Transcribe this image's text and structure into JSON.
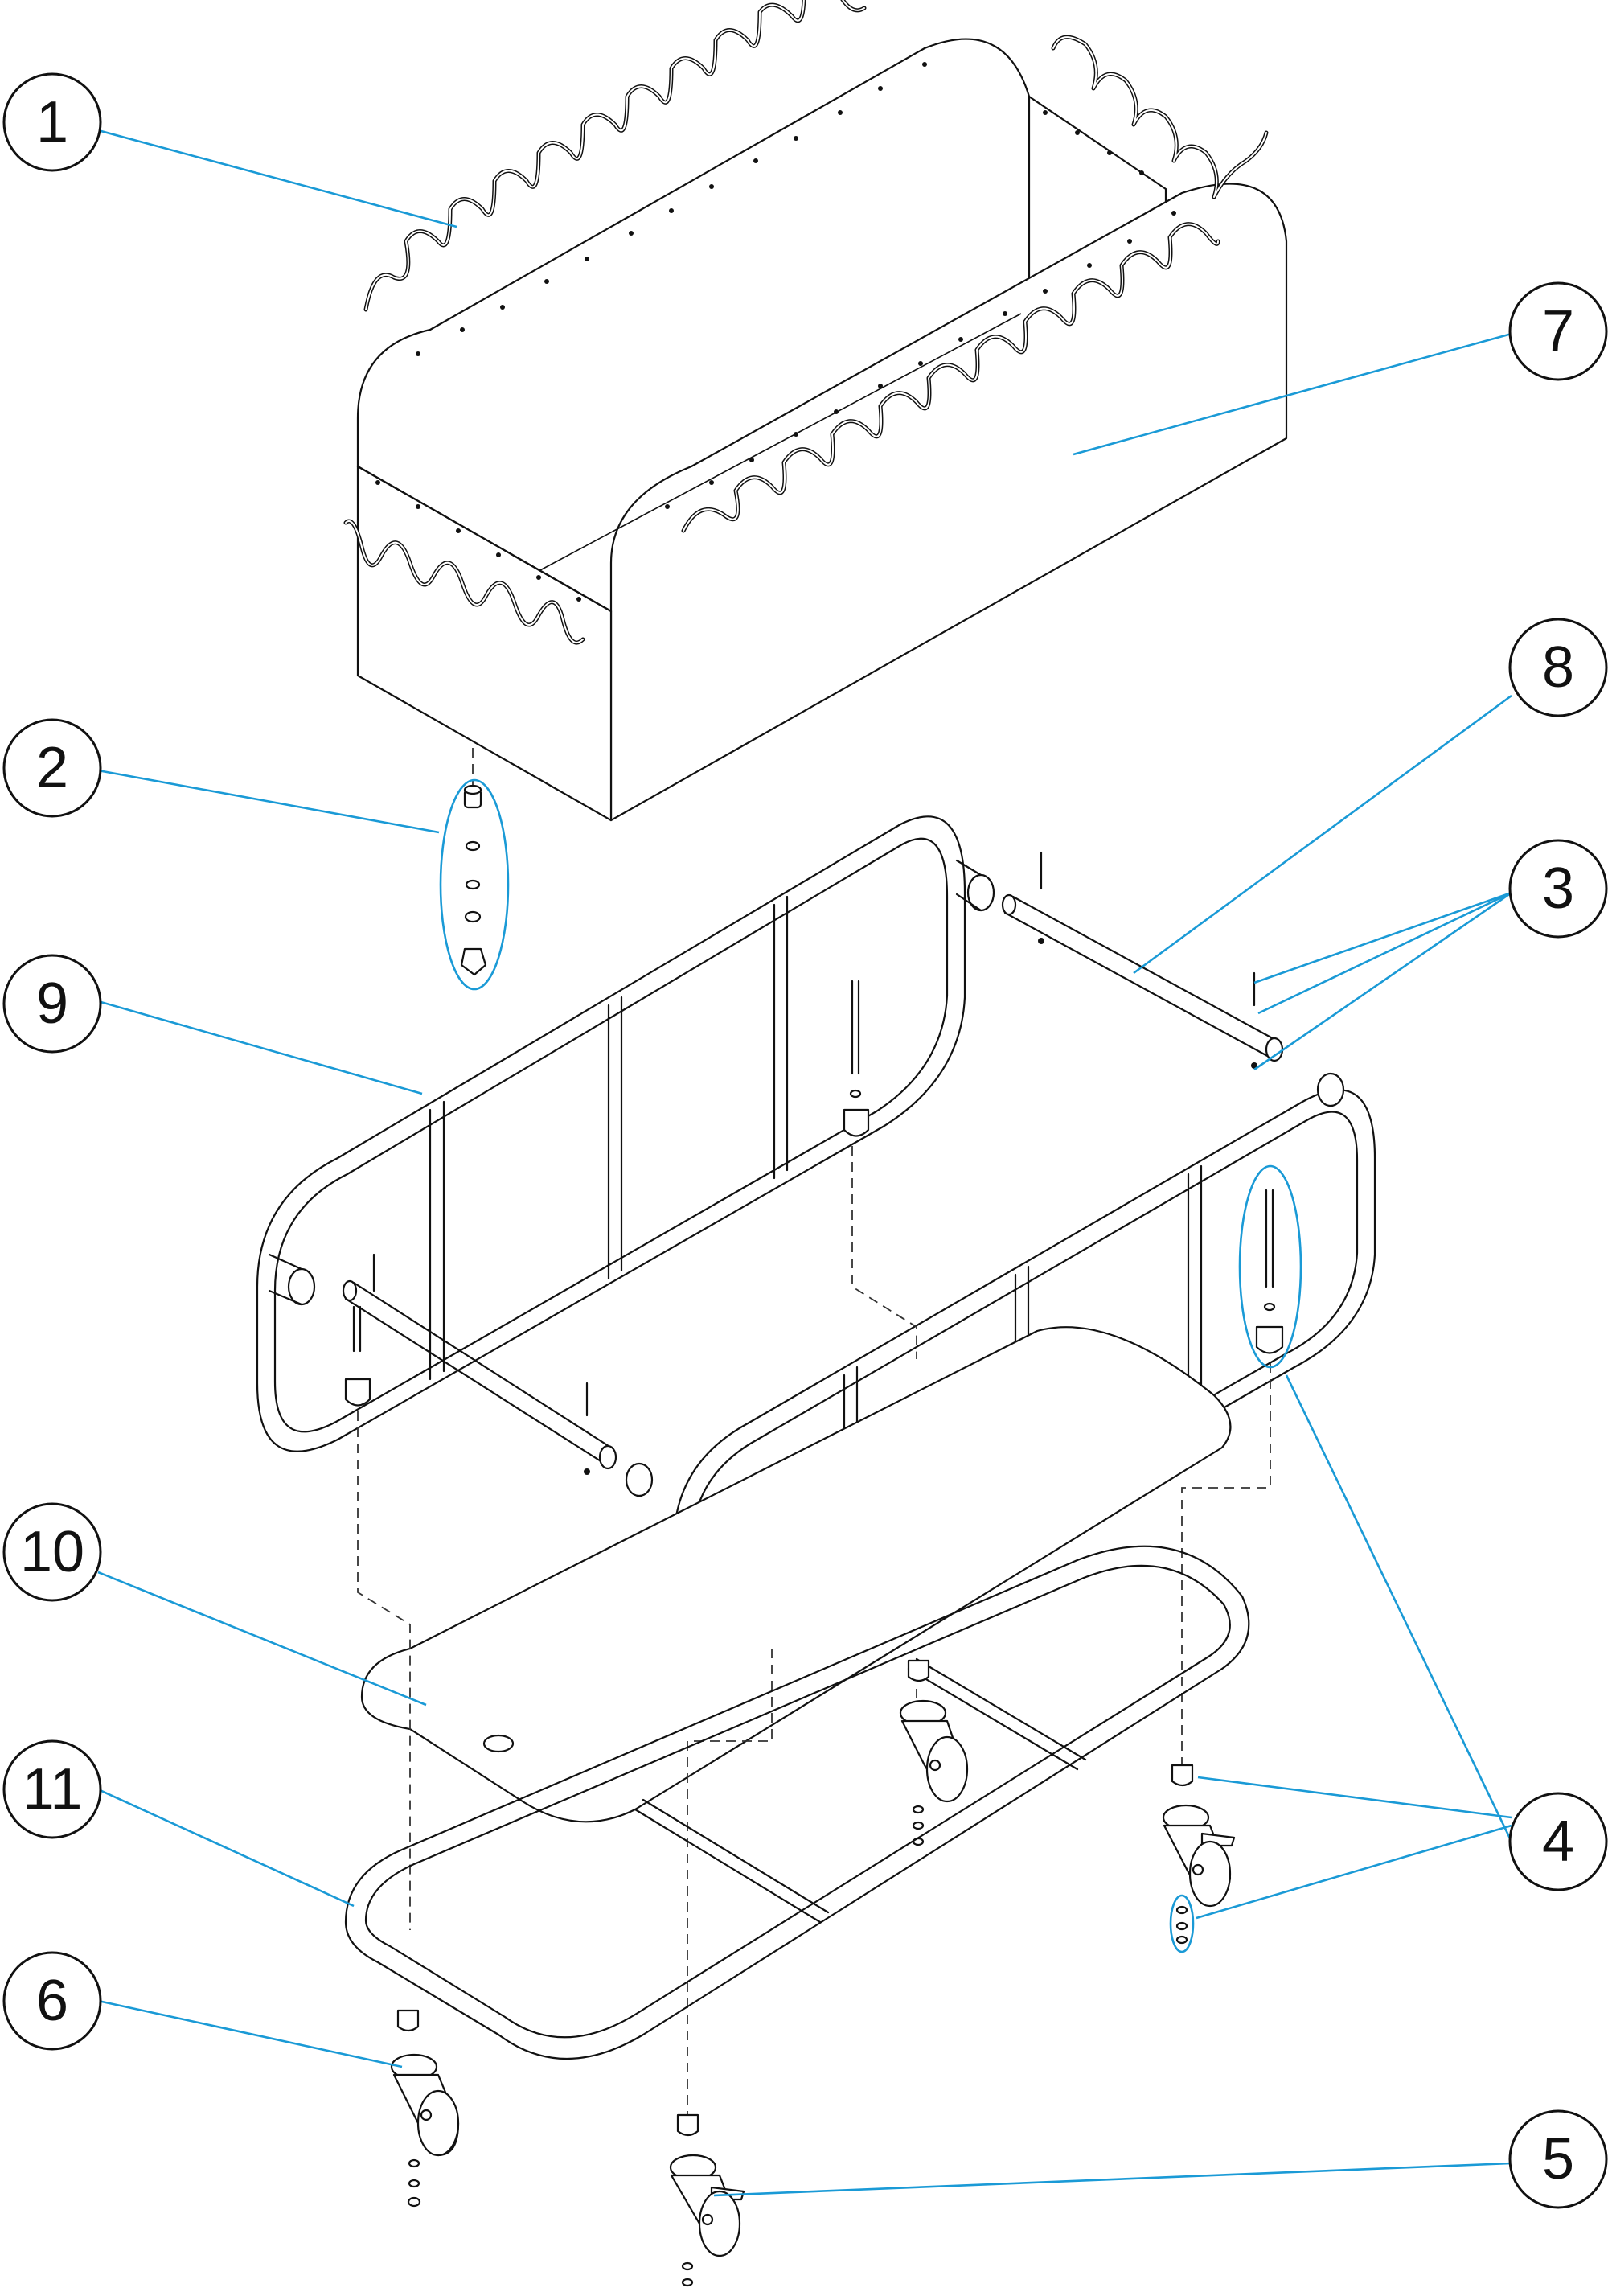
{
  "callouts": [
    {
      "label": "1"
    },
    {
      "label": "2"
    },
    {
      "label": "3"
    },
    {
      "label": "4"
    },
    {
      "label": "5"
    },
    {
      "label": "6"
    },
    {
      "label": "7"
    },
    {
      "label": "8"
    },
    {
      "label": "9"
    },
    {
      "label": "10"
    },
    {
      "label": "11"
    }
  ],
  "colors": {
    "leader": "#1a9ad6",
    "line": "#111111",
    "background": "#ffffff"
  }
}
